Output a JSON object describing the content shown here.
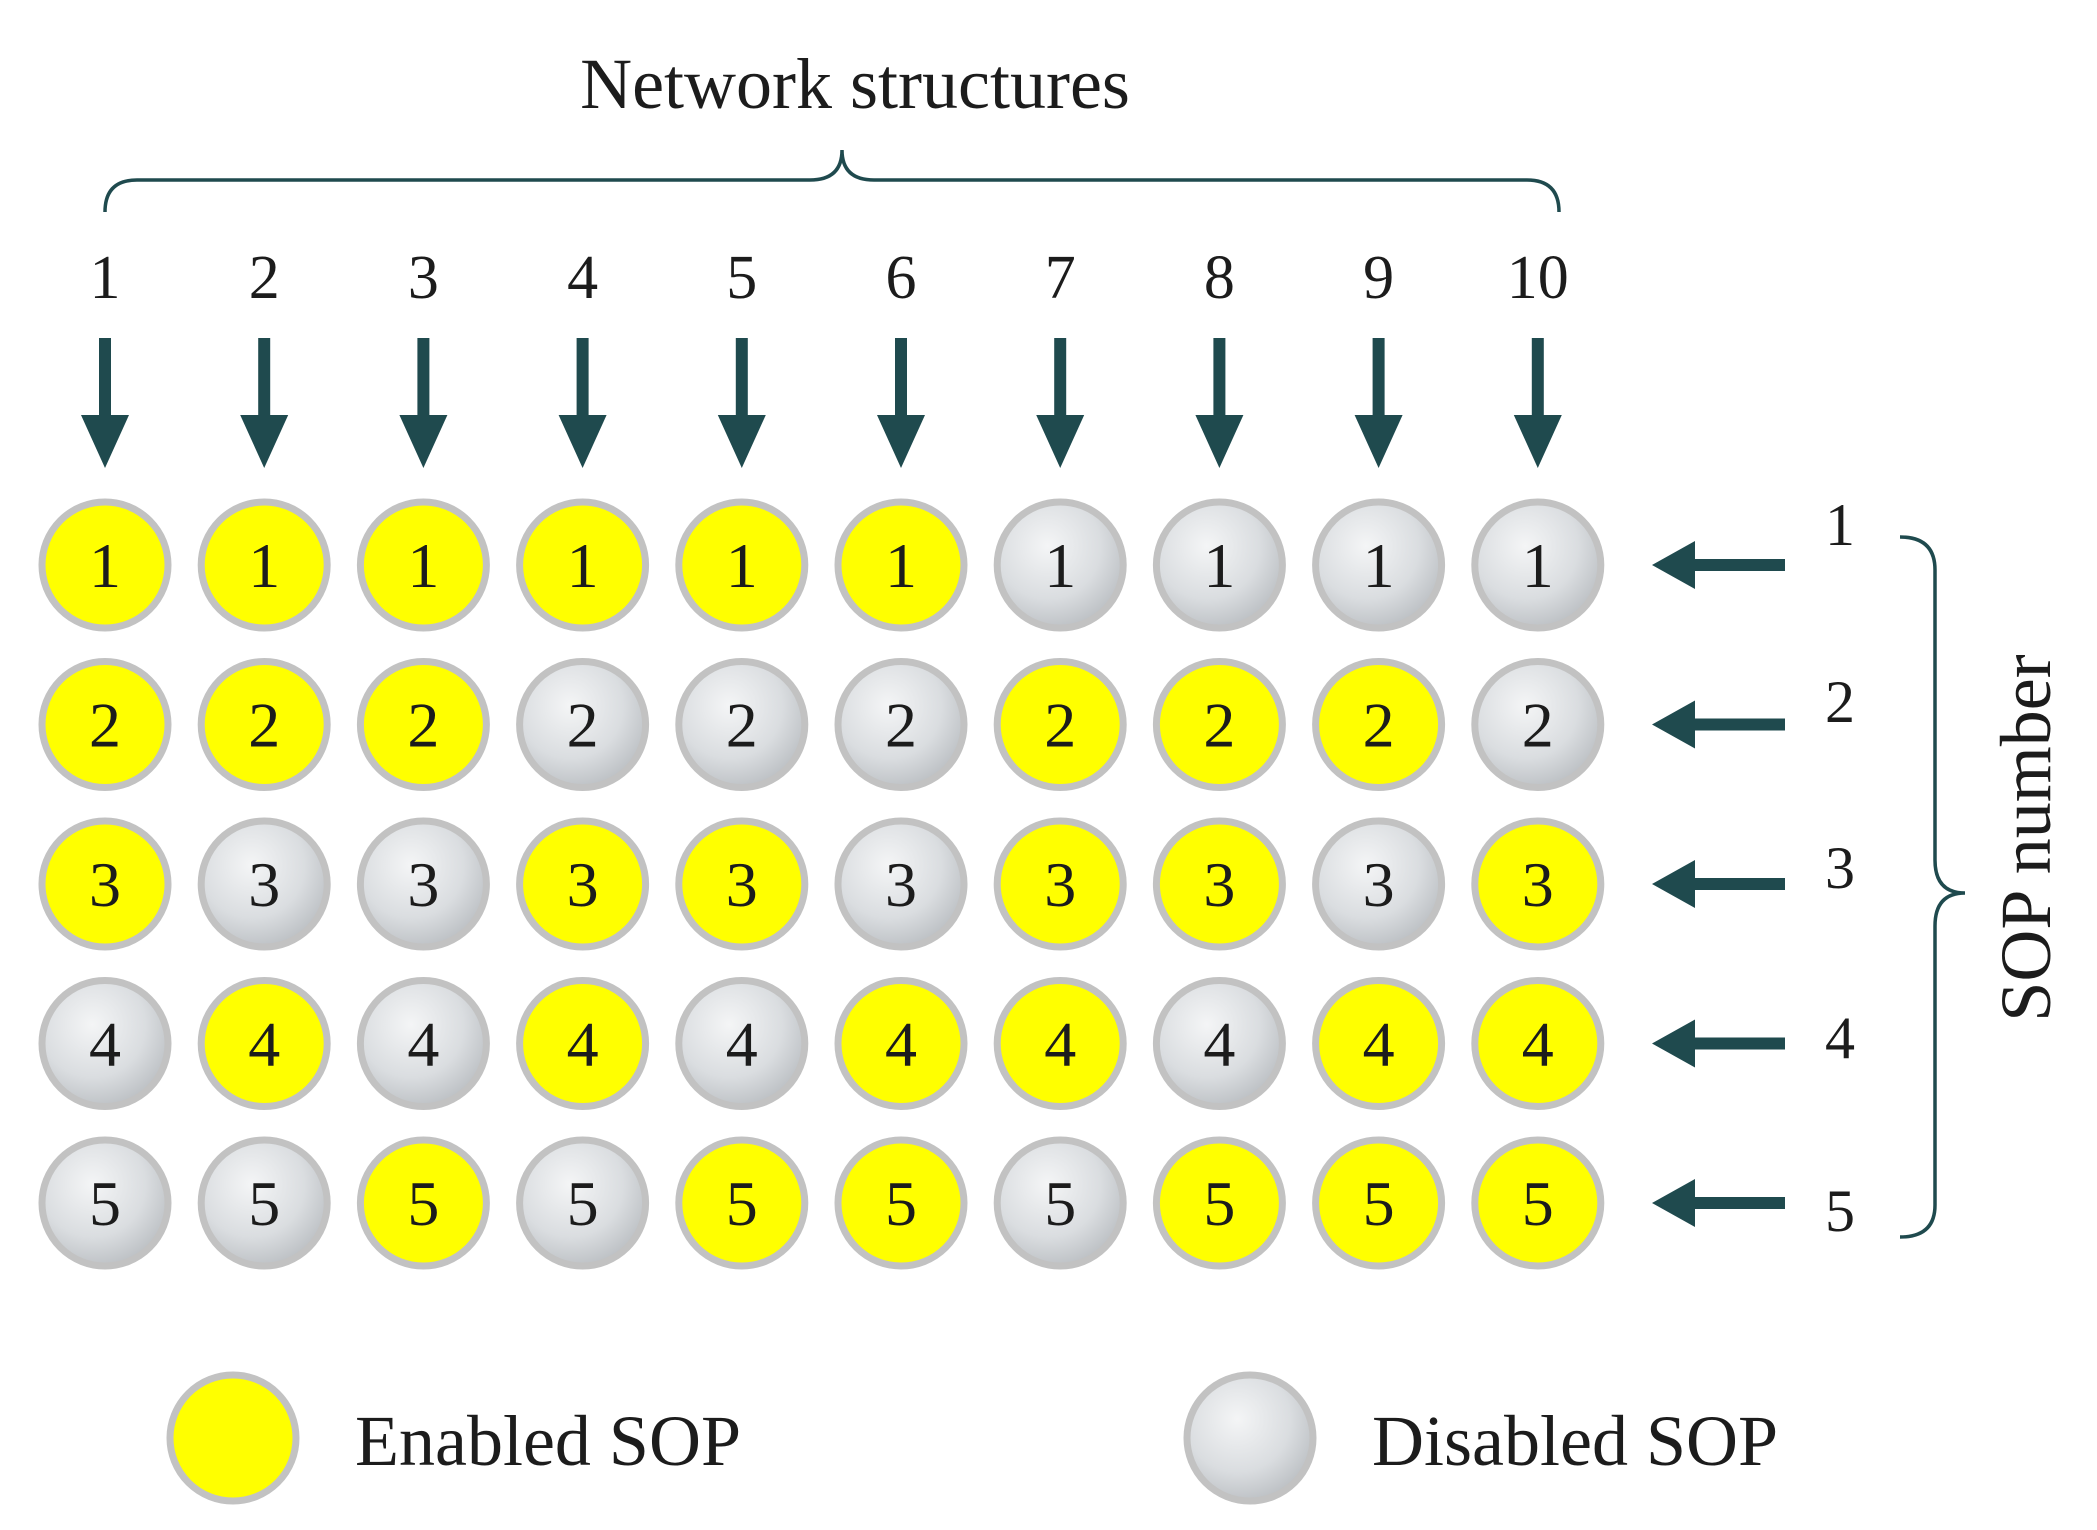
{
  "title": "Network structures",
  "side_label": "SOP number",
  "columns": [
    "1",
    "2",
    "3",
    "4",
    "5",
    "6",
    "7",
    "8",
    "9",
    "10"
  ],
  "rows": [
    "1",
    "2",
    "3",
    "4",
    "5"
  ],
  "grid": [
    [
      1,
      1,
      1,
      1,
      1,
      1,
      0,
      0,
      0,
      0
    ],
    [
      1,
      1,
      1,
      0,
      0,
      0,
      1,
      1,
      1,
      0
    ],
    [
      1,
      0,
      0,
      1,
      1,
      0,
      1,
      1,
      0,
      1
    ],
    [
      0,
      1,
      0,
      1,
      0,
      1,
      1,
      0,
      1,
      1
    ],
    [
      0,
      0,
      1,
      0,
      1,
      1,
      0,
      1,
      1,
      1
    ]
  ],
  "legend": {
    "enabled_label": "Enabled SOP",
    "disabled_label": "Disabled SOP"
  },
  "colors": {
    "enabled": "#ffff00",
    "disabled": "#dcdfe2",
    "arrow": "#1f4a4e",
    "bracket": "#1f4a4e",
    "circle_border": "#c2c2c2"
  }
}
